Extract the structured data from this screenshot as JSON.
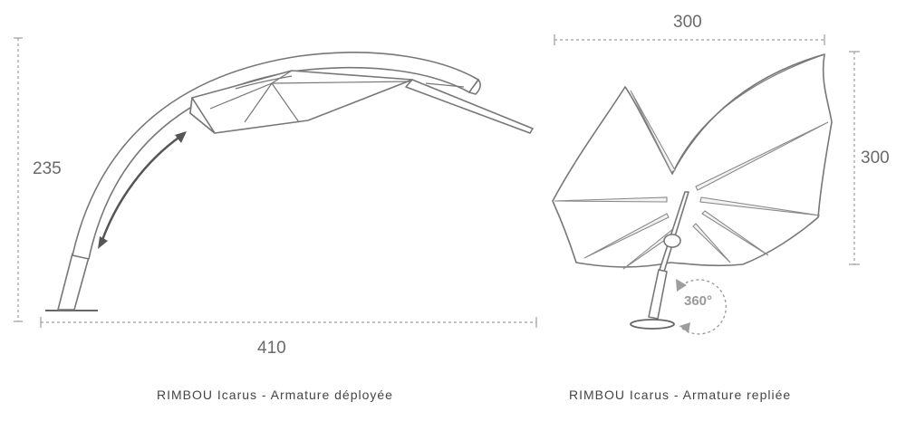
{
  "dimensions": {
    "deployed_height": "235",
    "deployed_width": "410",
    "folded_width": "300",
    "folded_height": "300"
  },
  "rotation_badge": "360°",
  "captions": {
    "deployed": "RIMBOU Icarus - Armature déployée",
    "folded": "RIMBOU Icarus - Armature repliée"
  }
}
